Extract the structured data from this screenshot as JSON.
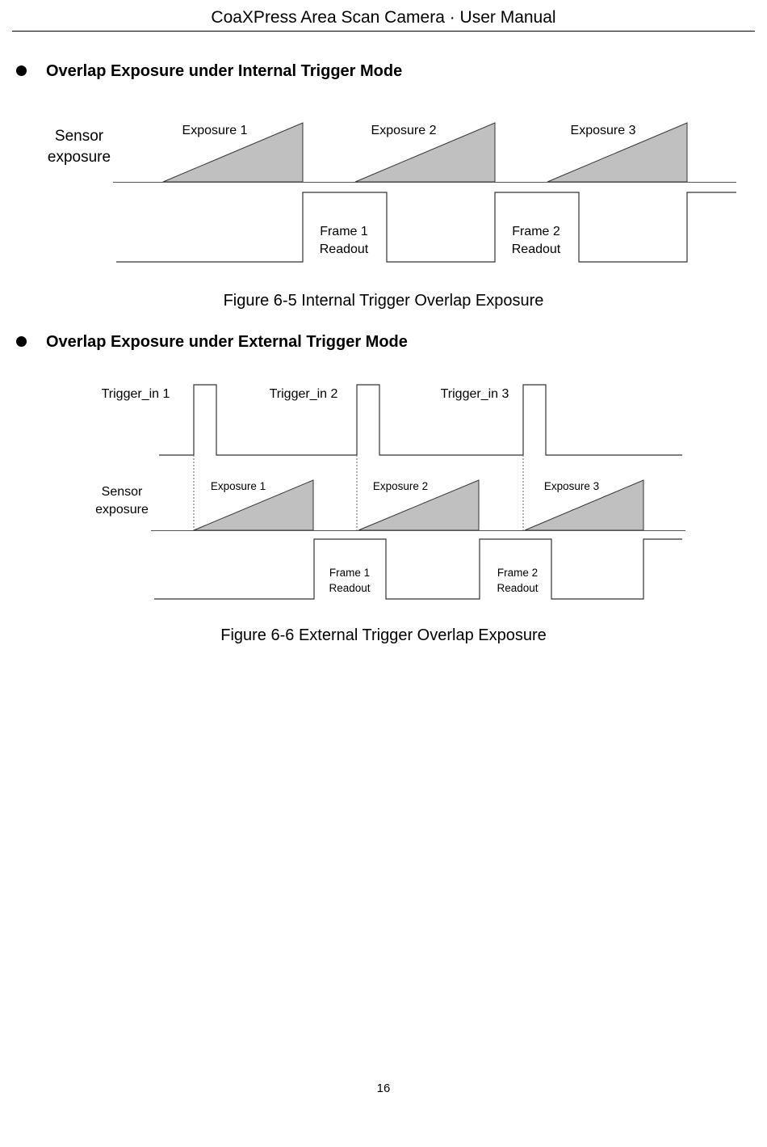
{
  "header": {
    "title": "CoaXPress Area Scan Camera · User Manual"
  },
  "sections": [
    {
      "heading": "Overlap Exposure under Internal Trigger Mode",
      "diagram": {
        "sensor_label_line1": "Sensor",
        "sensor_label_line2": "exposure",
        "exposures": [
          "Exposure 1",
          "Exposure 2",
          "Exposure 3"
        ],
        "readouts": [
          {
            "line1": "Frame 1",
            "line2": "Readout"
          },
          {
            "line1": "Frame 2",
            "line2": "Readout"
          }
        ]
      },
      "caption": "Figure 6-5 Internal Trigger Overlap Exposure"
    },
    {
      "heading": "Overlap Exposure under External Trigger Mode",
      "diagram": {
        "triggers": [
          "Trigger_in 1",
          "Trigger_in 2",
          "Trigger_in 3"
        ],
        "sensor_label_line1": "Sensor",
        "sensor_label_line2": "exposure",
        "exposures": [
          "Exposure 1",
          "Exposure 2",
          "Exposure 3"
        ],
        "readouts": [
          {
            "line1": "Frame 1",
            "line2": "Readout"
          },
          {
            "line1": "Frame 2",
            "line2": "Readout"
          }
        ]
      },
      "caption": "Figure 6-6 External Trigger Overlap Exposure"
    }
  ],
  "page_number": "16",
  "colors": {
    "exposure_fill": "#c0c0c0",
    "line": "#000000"
  }
}
